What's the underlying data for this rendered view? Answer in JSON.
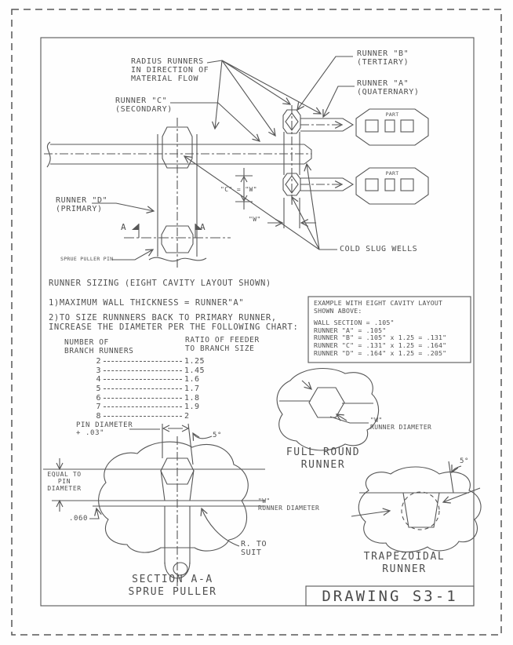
{
  "drawing": {
    "title_block": "DRAWING S3-1",
    "colors": {
      "line": "#565656",
      "text": "#4f4f4f",
      "background": "#fefefe"
    },
    "labels": {
      "radius_runners": "RADIUS RUNNERS\nIN DIRECTION OF\nMATERIAL FLOW",
      "runner_b": "RUNNER \"B\"\n(TERTIARY)",
      "runner_a": "RUNNER \"A\"\n(QUATERNARY)",
      "runner_c": "RUNNER \"C\"\n(SECONDARY)",
      "runner_d": "RUNNER \"D\"\n(PRIMARY)",
      "sprue_puller_pin": "SPRUE PULLER PIN",
      "cold_slug_wells": "COLD SLUG WELLS",
      "part": "PART",
      "dim_c_equals_w": "\"C\" = \"W\"",
      "dim_w": "\"W\"",
      "section_letter": "A"
    },
    "notes": {
      "heading": "RUNNER SIZING (EIGHT CAVITY LAYOUT SHOWN)",
      "note1": "1)MAXIMUM WALL THICKNESS = RUNNER\"A\"",
      "note2": "2)TO SIZE RUNNNERS BACK TO PRIMARY RUNNER,\nINCREASE THE DIAMETER PER THE FOLLOWING CHART:"
    },
    "ratio_chart": {
      "col1_header": "NUMBER OF\nBRANCH RUNNERS",
      "col2_header": "RATIO OF FEEDER\nTO BRANCH SIZE",
      "rows": [
        {
          "branches": "2",
          "ratio": "1.25"
        },
        {
          "branches": "3",
          "ratio": "1.45"
        },
        {
          "branches": "4",
          "ratio": "1.6"
        },
        {
          "branches": "5",
          "ratio": "1.7"
        },
        {
          "branches": "6",
          "ratio": "1.8"
        },
        {
          "branches": "7",
          "ratio": "1.9"
        },
        {
          "branches": "8",
          "ratio": "2"
        }
      ]
    },
    "example_box": {
      "heading": "EXAMPLE WITH EIGHT CAVITY LAYOUT\nSHOWN ABOVE:",
      "lines": [
        "WALL SECTION = .105\"",
        "RUNNER \"A\" = .105\"",
        "RUNNER \"B\" = .105\" x 1.25 = .131\"",
        "RUNNER \"C\" = .131\" x 1.25 = .164\"",
        "RUNNER \"D\" = .164\" x 1.25 = .205\""
      ]
    },
    "section_detail": {
      "pin_diameter": "PIN DIAMETER\n+ .03\"",
      "angle": "5°",
      "equal_to_pin": "EQUAL TO\nPIN\nDIAMETER",
      "dim_060": ".060",
      "r_to_suit": "R. TO\nSUIT",
      "caption": "SECTION A-A\nSPRUE PULLER"
    },
    "full_round": {
      "w_label": "\"W\"\nRUNNER DIAMETER",
      "caption": "FULL ROUND\nRUNNER"
    },
    "trapezoidal": {
      "angle": "5°",
      "w_label": "\"W\"\nRUNNER DIAMETER",
      "caption": "TRAPEZOIDAL\nRUNNER"
    }
  }
}
